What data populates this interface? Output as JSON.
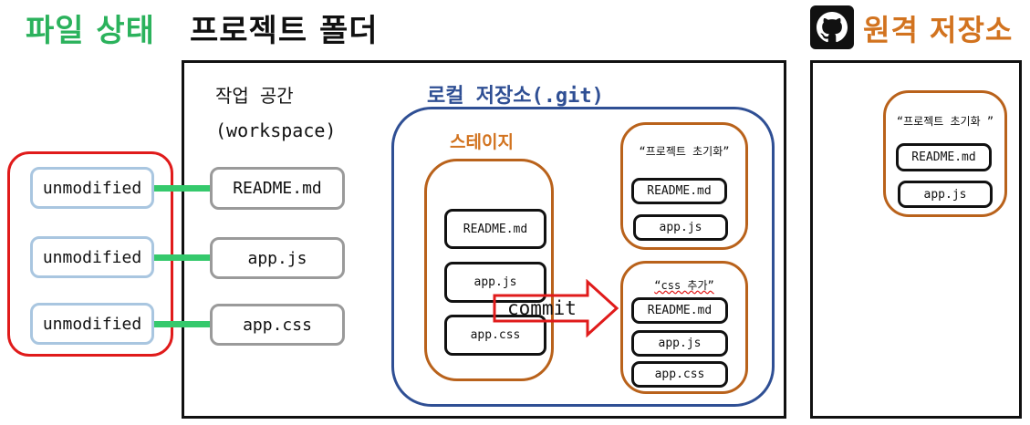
{
  "header": {
    "file_status_title": "파일 상태",
    "project_folder_title": "프로젝트 폴더",
    "remote_repo_title": "원격 저장소",
    "remote_icon": "github-icon"
  },
  "file_status": {
    "items": [
      "unmodified",
      "unmodified",
      "unmodified"
    ]
  },
  "workspace": {
    "label_line1": "작업 공간",
    "label_line2": "(workspace)",
    "files": [
      "README.md",
      "app.js",
      "app.css"
    ]
  },
  "local_repo": {
    "label": "로컬 저장소(.git)",
    "stage": {
      "label": "스테이지",
      "files": [
        "README.md",
        "app.js",
        "app.css"
      ]
    },
    "commit_action": "commit",
    "commits": [
      {
        "message": "“프로젝트 초기화”",
        "files": [
          "README.md",
          "app.js"
        ]
      },
      {
        "message": "“css 추가”",
        "files": [
          "README.md",
          "app.js",
          "app.css"
        ]
      }
    ]
  },
  "remote_repo": {
    "commits": [
      {
        "message": "“프로젝트 초기화 ”",
        "files": [
          "README.md",
          "app.js"
        ]
      }
    ]
  },
  "colors": {
    "status_title": "#2bb25c",
    "remote_title": "#d2731f",
    "status_border": "#e01b1b",
    "connector": "#35c96c",
    "local_repo": "#2f4f94",
    "stage": "#b9621b",
    "commit_arrow": "#e01b1b"
  }
}
